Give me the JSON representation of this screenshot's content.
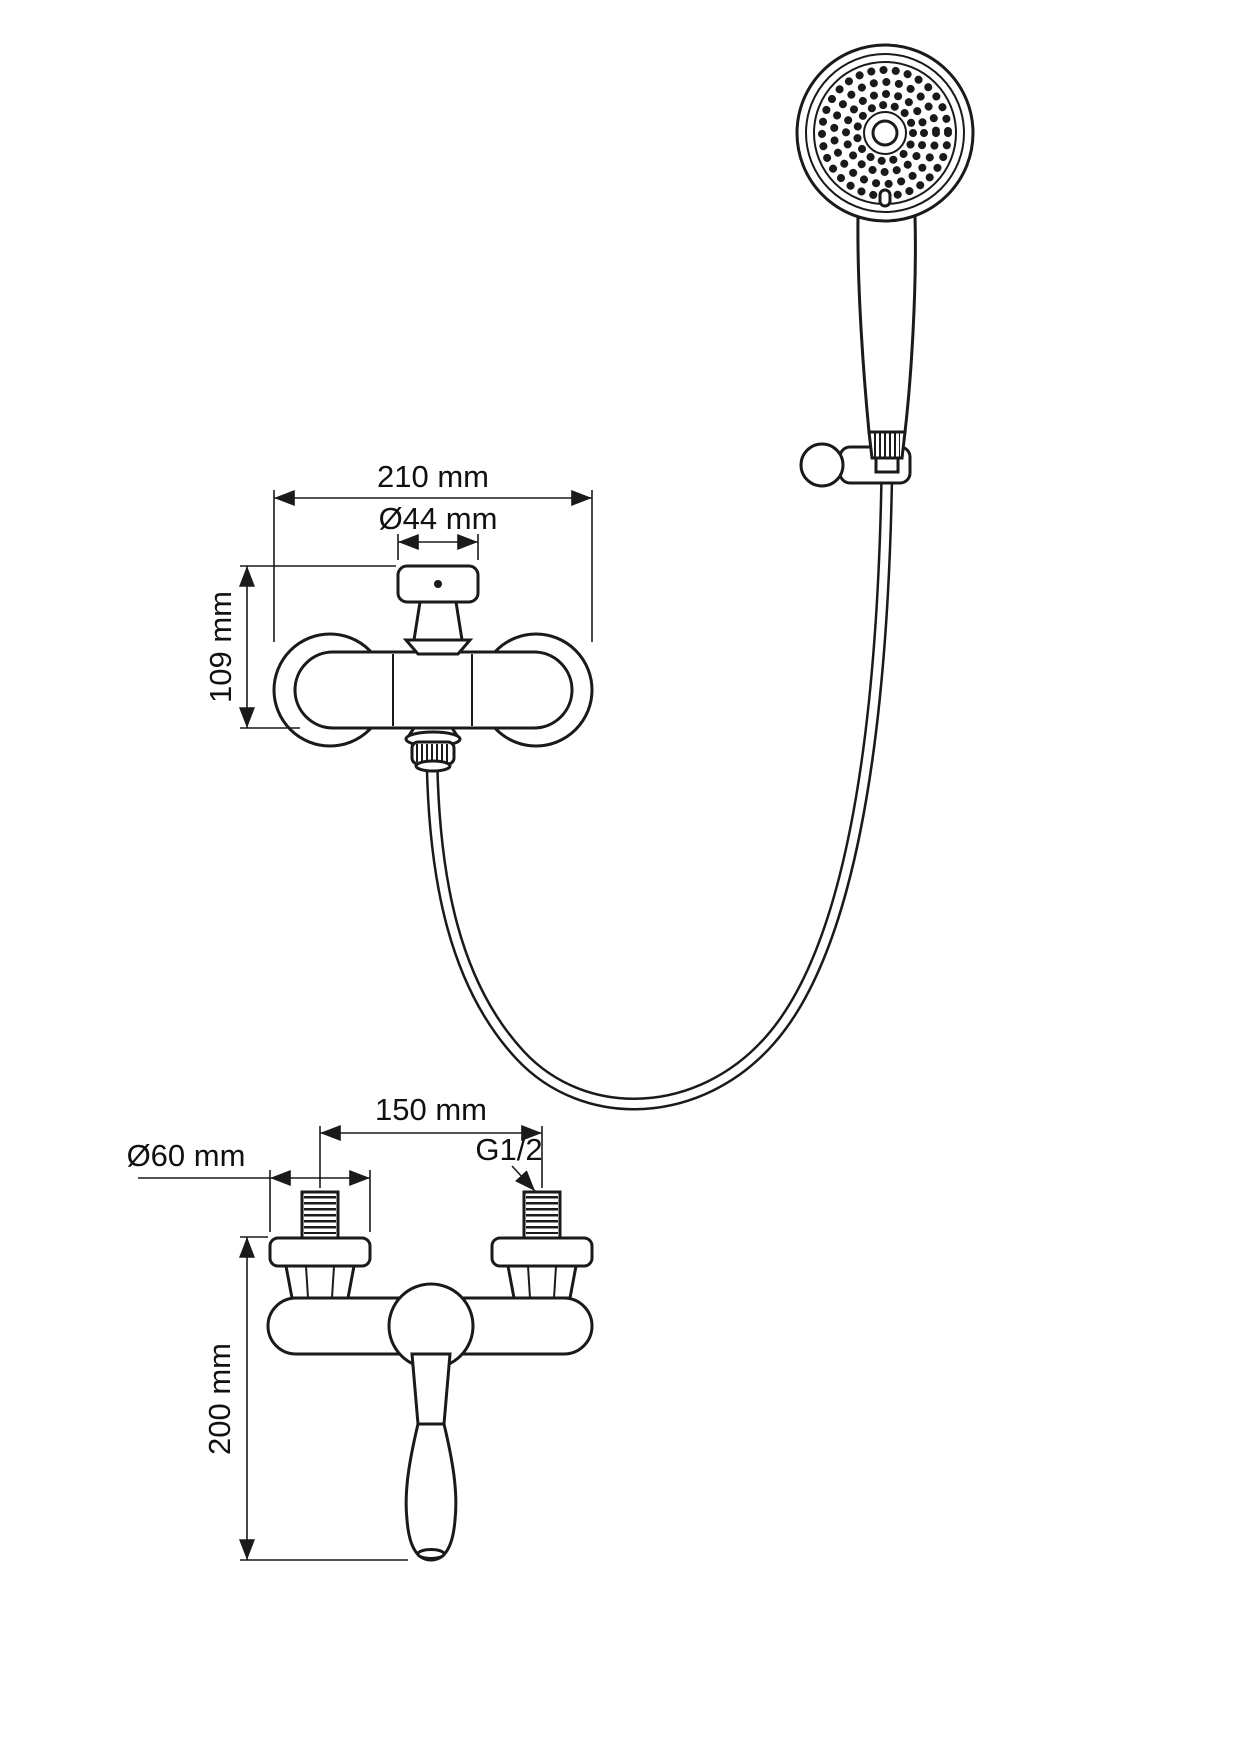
{
  "drawing": {
    "dims": {
      "width": "210 mm",
      "cartridge_diameter": "Ø44 mm",
      "body_height": "109 mm",
      "connector_spacing": "150 mm",
      "flange_diameter": "Ø60 mm",
      "thread": "G1/2",
      "total_height": "200 mm"
    },
    "colors": {
      "line": "#1a1a1a",
      "background": "#ffffff"
    }
  }
}
